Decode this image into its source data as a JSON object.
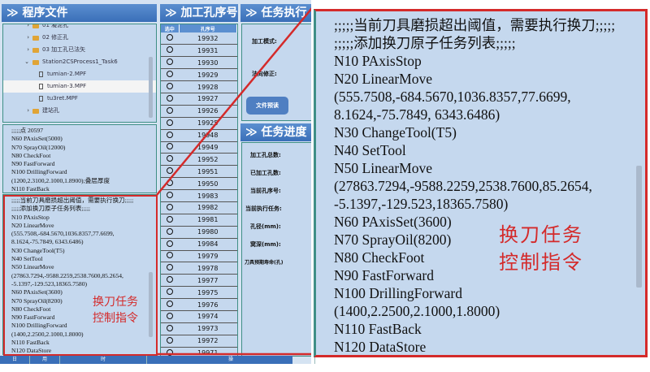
{
  "program_files": {
    "title": "程序文件",
    "tree": [
      {
        "label": "01 凝泥孔",
        "type": "folder",
        "state": "collapsed"
      },
      {
        "label": "02 修正孔",
        "type": "folder",
        "state": "collapsed"
      },
      {
        "label": "03 加工孔已法矢",
        "type": "folder",
        "state": "collapsed"
      },
      {
        "label": "Station2CSProcess1_Task6",
        "type": "folder",
        "state": "expanded"
      },
      {
        "label": "tumian-2.MPF",
        "type": "file"
      },
      {
        "label": "tumian-3.MPF",
        "type": "file",
        "selected": true
      },
      {
        "label": "tu3ret.MPF",
        "type": "file"
      },
      {
        "label": "建站孔",
        "type": "folder",
        "state": "collapsed"
      }
    ]
  },
  "log_upper": ";;;;;点 20597\nN60 PAxisSet(5000)\nN70 SprayOil(12000)\nN80 CheckFoot\nN90 FastForward\nN100 DrillingForward\n(1200,2.3100,2.1000,1.8900);叠层厚度\nN110 FastBack",
  "log_lower": ";;;;;当前刀具磨损超出阈值，需要执行换刀;;;;;\n;;;;;添加换刀原子任务列表;;;;;\nN10 PAxisStop\nN20 LinearMove\n(555.7508,-684.5670,1036.8357,77.6699,\n8.1624,-75.7849, 6343.6486)\nN30 ChangeTool(T5)\nN40 SetTool\nN50 LinearMove\n(27863.7294,-9588.2259,2538.7600,85.2654,\n-5.1397,-129.523,18365.7580)\nN60 PAxisSet(3600)\nN70 SprayOil(8200)\nN80 CheckFoot\nN90 FastForward\nN100 DrillingForward\n(1400,2.2500,2.1000,1.8000)\nN110 FastBack\nN120 DataStore",
  "annotation": {
    "line1": "换刀任务",
    "line2": "控制指令"
  },
  "holes": {
    "title": "加工孔序号",
    "col_select": "选中",
    "col_number": "孔序号",
    "rows": [
      "19932",
      "19931",
      "19930",
      "19929",
      "19928",
      "19927",
      "19926",
      "19925",
      "19948",
      "19949",
      "19952",
      "19951",
      "19950",
      "19983",
      "19982",
      "19981",
      "19980",
      "19984",
      "19979",
      "19978",
      "19977",
      "19975",
      "19976",
      "19974",
      "19973",
      "19972",
      "19971"
    ]
  },
  "task_exec": {
    "title": "任务执行",
    "mode_label": "加工模式:",
    "normal_label": "法向修正:",
    "preview_button": "文件预读"
  },
  "task_progress": {
    "title": "任务进度",
    "labels": [
      "加工孔总数:",
      "已加工孔数:",
      "当前孔序号:",
      "当前执行任务:",
      "孔径(mm):",
      "窝深(mm):",
      "刀具预期寿命(孔)"
    ]
  },
  "bottom_bar": [
    "日志",
    "用户",
    "时间",
    "操作"
  ],
  "colors": {
    "header": "#3a6fb8",
    "panel": "#c5d8ee",
    "highlight": "#d42a2a"
  }
}
